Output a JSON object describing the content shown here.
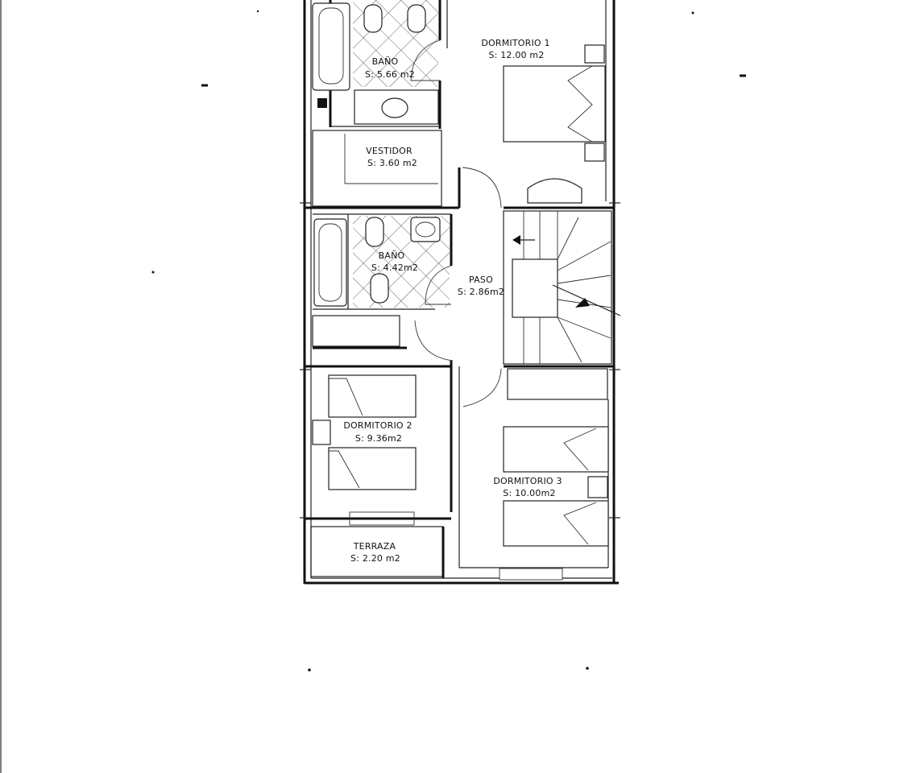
{
  "rooms": [
    {
      "id": "bano1",
      "name": "BAÑO",
      "area": "S: 5.66 m2"
    },
    {
      "id": "dormitorio1",
      "name": "DORMITORIO 1",
      "area": "S: 12.00 m2"
    },
    {
      "id": "vestidor",
      "name": "VESTIDOR",
      "area": "S: 3.60 m2"
    },
    {
      "id": "bano2",
      "name": "BAÑO",
      "area": "S: 4.42m2"
    },
    {
      "id": "paso",
      "name": "PASO",
      "area": "S: 2.86m2"
    },
    {
      "id": "dormitorio2",
      "name": "DORMITORIO 2",
      "area": "S: 9.36m2"
    },
    {
      "id": "dormitorio3",
      "name": "DORMITORIO 3",
      "area": "S: 10.00m2"
    },
    {
      "id": "terraza",
      "name": "TERRAZA",
      "area": "S: 2.20 m2"
    }
  ],
  "colors": {
    "ink": "#111111",
    "paper": "#ffffff"
  }
}
